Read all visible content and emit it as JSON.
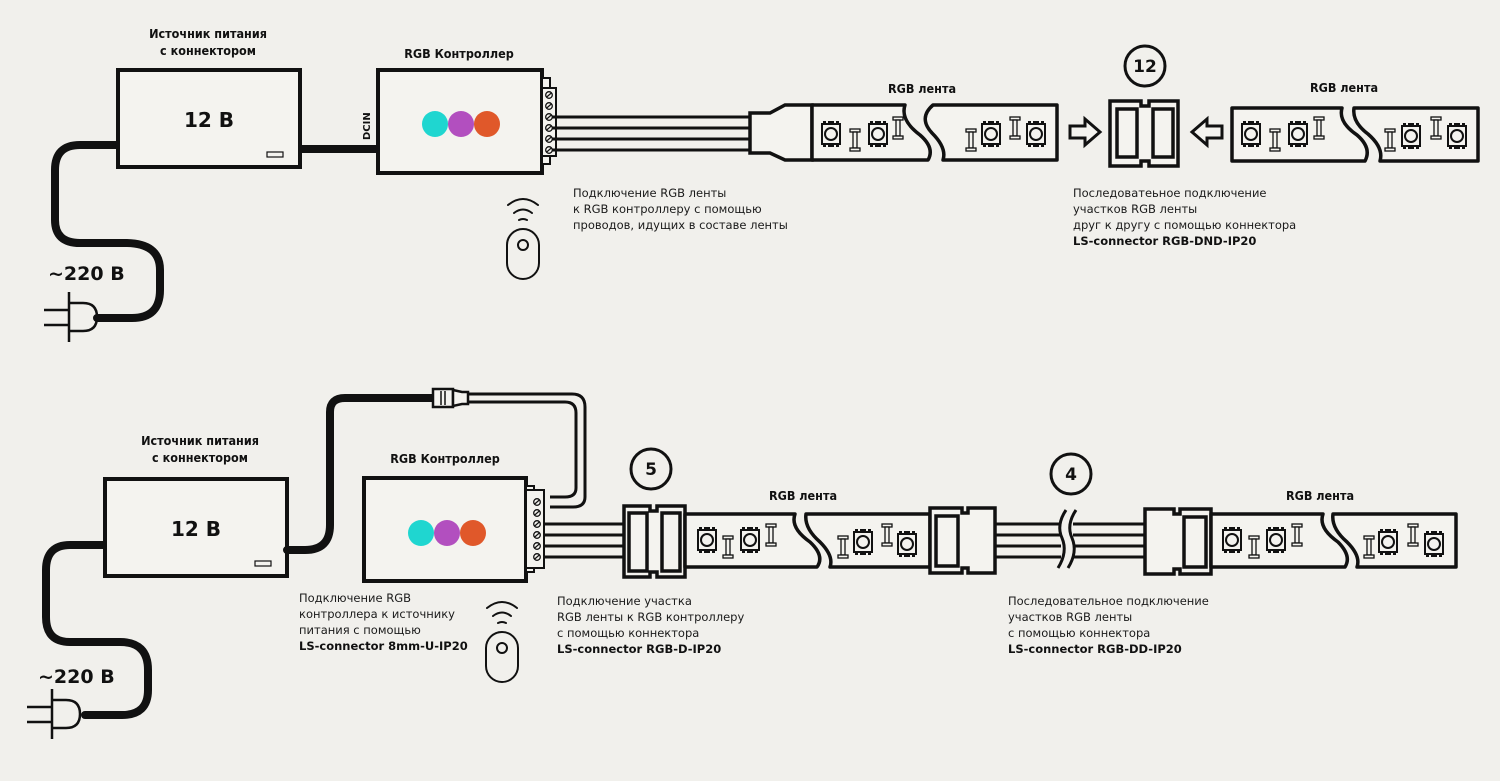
{
  "diagram": {
    "top": {
      "psu": {
        "title_line1": "Источник питания",
        "title_line2": "с коннектором",
        "voltage": "12 В"
      },
      "mains": {
        "voltage": "~220 В"
      },
      "controller": {
        "title": "RGB Контроллер",
        "input_label": "DCIN"
      },
      "strip1": {
        "title": "RGB лента"
      },
      "strip2": {
        "title": "RGB лента"
      },
      "connector_badge": "12",
      "note_wires": [
        "Подключение RGB ленты",
        "к RGB контроллеру с помощью",
        "проводов, идущих в составе ленты"
      ],
      "note_connector": [
        "Последоватеьное подключение",
        "участков RGB ленты",
        "друг к другу с помощью коннектора"
      ],
      "note_connector_model": "LS-connector RGB-DND-IP20"
    },
    "bottom": {
      "psu": {
        "title_line1": "Источник питания",
        "title_line2": "с коннектором",
        "voltage": "12 В"
      },
      "mains": {
        "voltage": "~220 В"
      },
      "controller": {
        "title": "RGB Контроллер"
      },
      "strip1": {
        "title": "RGB лента"
      },
      "strip2": {
        "title": "RGB лента"
      },
      "badge_a": "5",
      "badge_b": "4",
      "note_power": [
        "Подключение RGB",
        "контроллера к источнику",
        "питания с помощью"
      ],
      "note_power_model": "LS-connector 8mm-U-IP20",
      "note_strip": [
        "Подключение участка",
        "RGB ленты к RGB контроллеру",
        "с помощью коннектора"
      ],
      "note_strip_model": "LS-connector RGB-D-IP20",
      "note_series": [
        "Последовательное подключение",
        "участков RGB ленты",
        "с помощью коннектора"
      ],
      "note_series_model": "LS-connector RGB-DD-IP20"
    },
    "colors": {
      "led_cyan": "#1fd6d0",
      "led_purple": "#b24fbf",
      "led_orange": "#e0582a",
      "background": "#f1f0ec"
    }
  }
}
